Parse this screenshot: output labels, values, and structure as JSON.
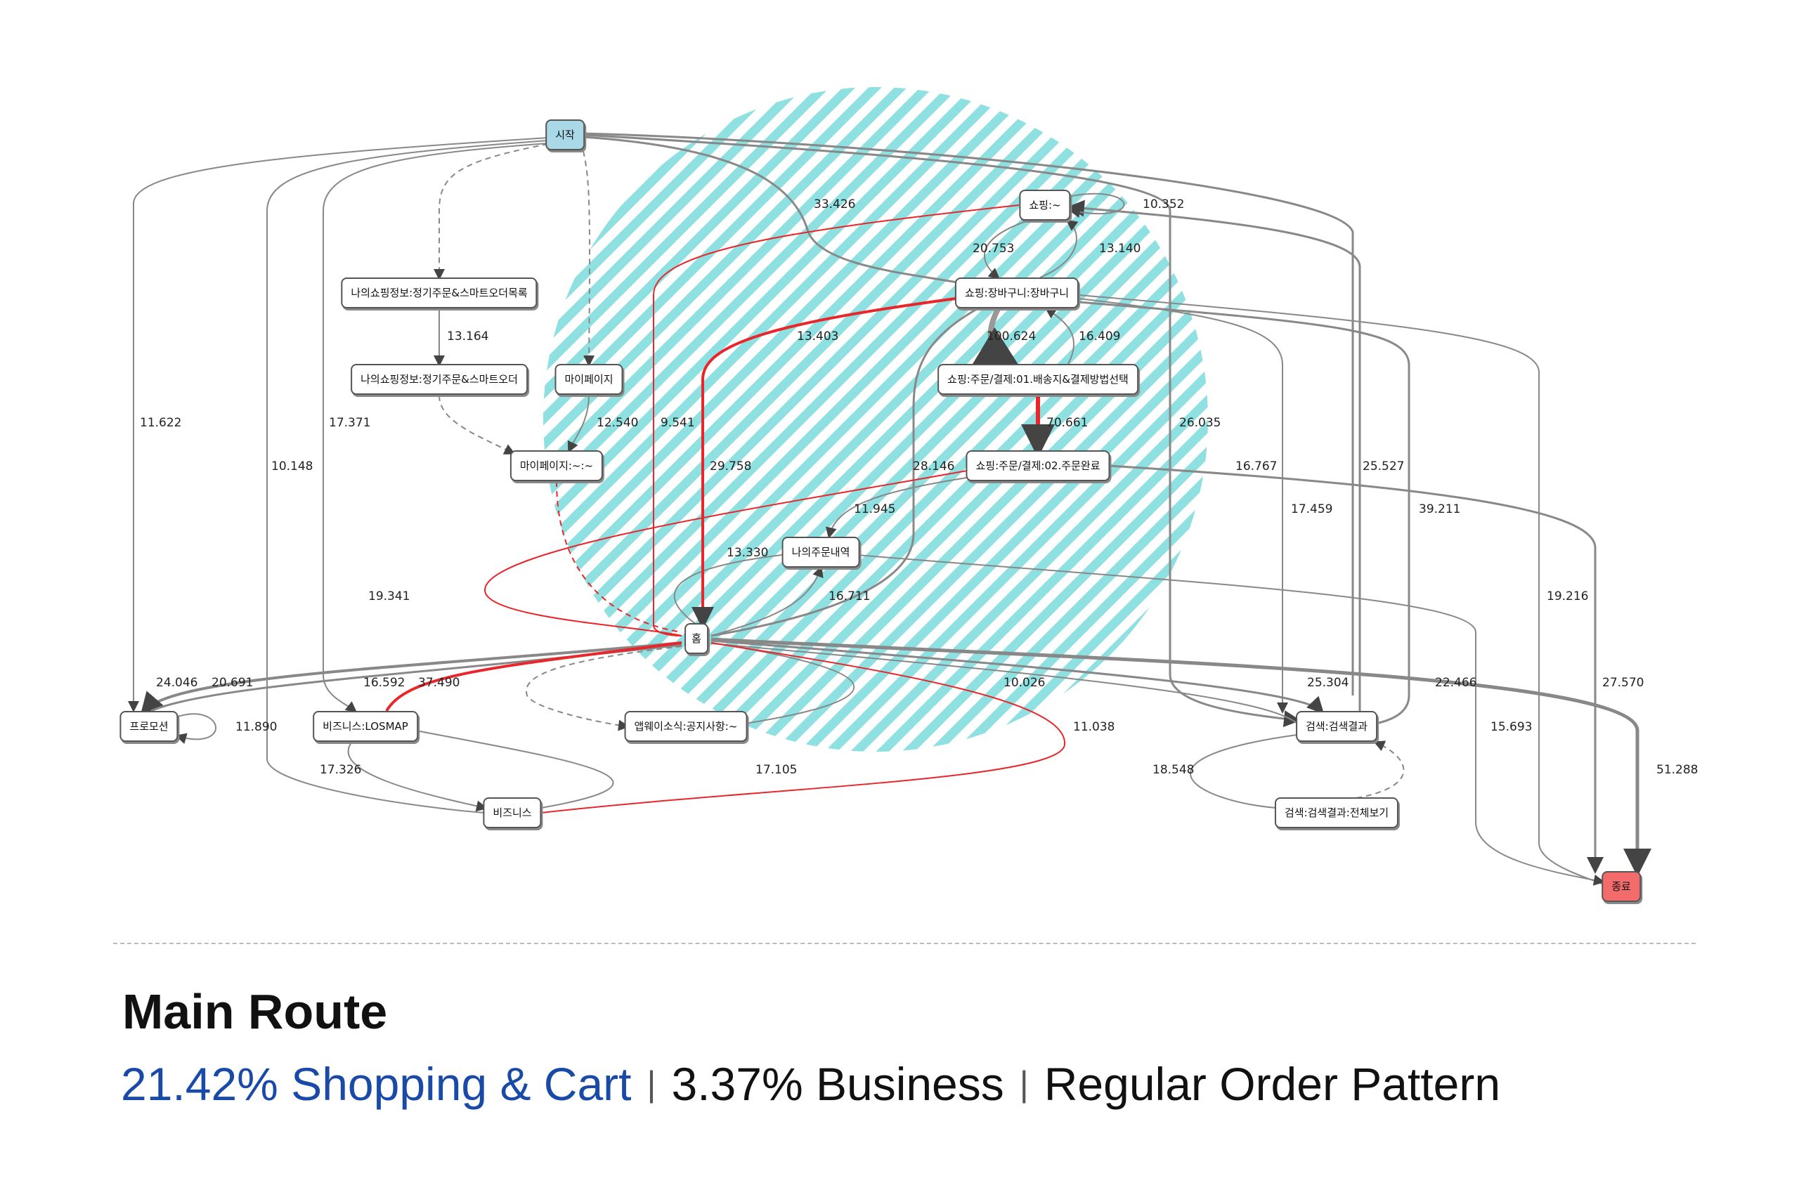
{
  "nodes": {
    "start": "시작",
    "shop": "쇼핑:~",
    "cart": "쇼핑:장바구니:장바구니",
    "regular_list": "나의쇼핑정보:정기주문&스마트오더목록",
    "regular": "나의쇼핑정보:정기주문&스마트오더",
    "mypage": "마이페이지",
    "order01": "쇼핑:주문/결제:01.배송지&결제방법선택",
    "mypage_sub": "마이페이지:~:~",
    "order02": "쇼핑:주문/결제:02.주문완료",
    "my_orders": "나의주문내역",
    "home": "홈",
    "promotion": "프로모션",
    "losmap": "비즈니스:LOSMAP",
    "notice": "앱웨이소식:공지사항:~",
    "search": "검색:검색결과",
    "business": "비즈니스",
    "search_all": "검색:검색결과:전체보기",
    "end": "종료"
  },
  "edge_labels": [
    "33.426",
    "10.352",
    "20.753",
    "13.140",
    "13.164",
    "13.403",
    "100.624",
    "16.409",
    "11.622",
    "17.371",
    "12.540",
    "9.541",
    "70.661",
    "26.035",
    "10.148",
    "29.758",
    "28.146",
    "16.767",
    "25.527",
    "11.945",
    "17.459",
    "39.211",
    "13.330",
    "19.341",
    "16.711",
    "19.216",
    "24.046",
    "20.691",
    "16.592",
    "37.490",
    "10.026",
    "25.304",
    "22.466",
    "27.570",
    "11.890",
    "11.038",
    "15.693",
    "17.326",
    "17.105",
    "18.548",
    "51.288"
  ],
  "colors": {
    "highlight_hatch": "#8fe0e0",
    "main_route_edge": "#e8262b",
    "start_node": "#a9d8e6",
    "end_node": "#f36b6b",
    "subtitle_accent": "#1a4aa8"
  },
  "caption": {
    "title": "Main Route",
    "segment1": "21.42% Shopping & Cart",
    "divider": "|",
    "segment2": "3.37% Business",
    "segment3": "Regular Order Pattern"
  }
}
